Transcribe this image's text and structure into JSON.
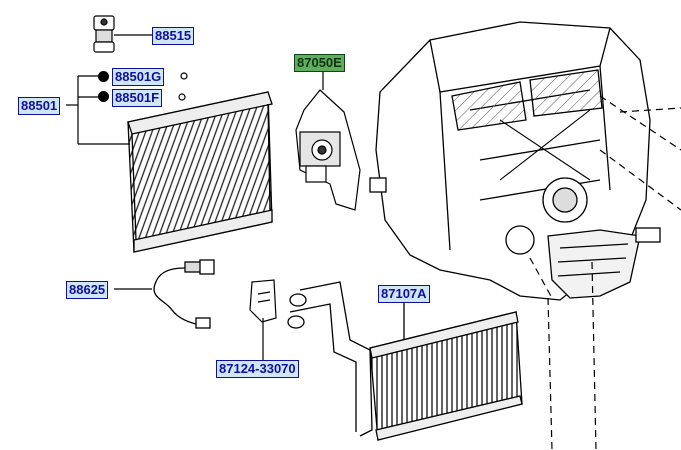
{
  "diagram": {
    "callouts": [
      {
        "id": "c88515",
        "text": "88515"
      },
      {
        "id": "c88501G",
        "text": "88501G"
      },
      {
        "id": "c88501F",
        "text": "88501F"
      },
      {
        "id": "c88501",
        "text": "88501"
      },
      {
        "id": "c87050E",
        "text": "87050E"
      },
      {
        "id": "c88625",
        "text": "88625"
      },
      {
        "id": "c87107A",
        "text": "87107A"
      },
      {
        "id": "c87124",
        "text": "87124-33070"
      }
    ],
    "colors": {
      "label_text": "#1010a0",
      "label_bg": "#cfe6f6",
      "label_highlight_bg": "#5fae5f",
      "line_art": "#000000"
    }
  }
}
